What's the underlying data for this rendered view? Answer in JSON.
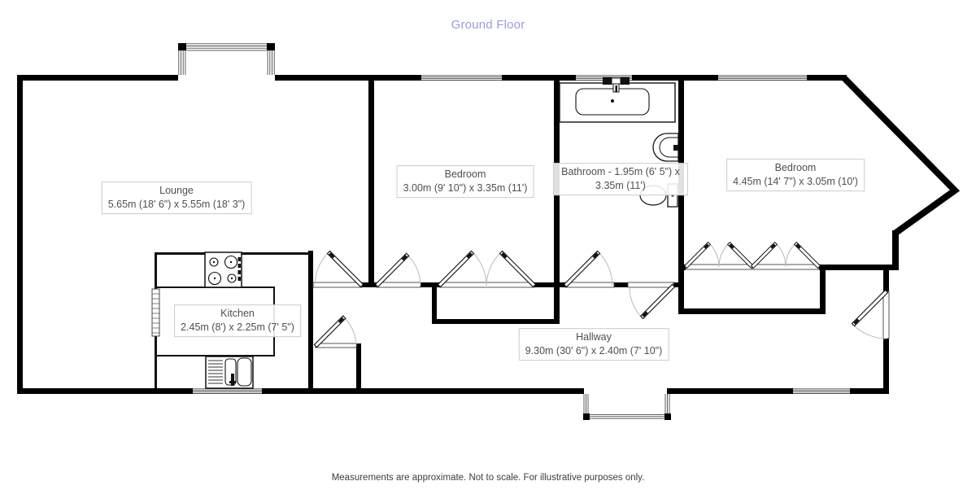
{
  "title": "Ground Floor",
  "footer": "Measurements are approximate. Not to scale. For illustrative purposes only.",
  "rooms": {
    "lounge": {
      "name": "Lounge",
      "dims": "5.65m (18' 6\") x 5.55m (18' 3\")"
    },
    "bedroom1": {
      "name": "Bedroom",
      "dims": "3.00m (9' 10\") x 3.35m (11')"
    },
    "bathroom": {
      "name": "Bathroom - 1.95m (6' 5\") x 3.35m (11')"
    },
    "bedroom2": {
      "name": "Bedroom",
      "dims": "4.45m (14' 7\") x 3.05m (10')"
    },
    "kitchen": {
      "name": "Kitchen",
      "dims": "2.45m (8') x 2.25m (7' 5\")"
    },
    "hallway": {
      "name": "Hallway",
      "dims": "9.30m (30' 6\") x 2.40m (7' 10\")"
    }
  },
  "colors": {
    "title_text": "#9a9ade",
    "label_text": "#4f4f4f",
    "label_border": "#cccccc",
    "wall": "#000000",
    "door_arc": "#bbbbbb"
  }
}
